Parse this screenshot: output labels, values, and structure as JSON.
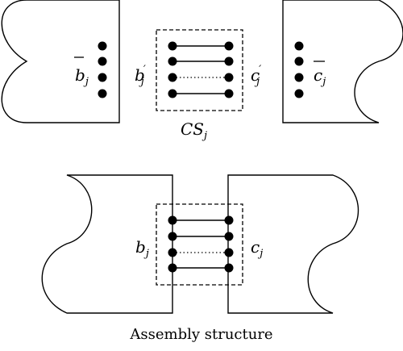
{
  "diagram": {
    "top_row": {
      "left_block": {
        "label_main": "b",
        "label_sub": "j",
        "has_overline": true
      },
      "connector": {
        "left_label_main": "b",
        "left_label_sub": "j",
        "left_prime": "′",
        "right_label_main": "c",
        "right_label_sub": "j",
        "right_prime": "′",
        "caption_main": "CS",
        "caption_sub": "j"
      },
      "right_block": {
        "label_main": "c",
        "label_sub": "j",
        "has_overline": true
      }
    },
    "bottom_row": {
      "left_label_main": "b",
      "left_label_sub": "j",
      "right_label_main": "c",
      "right_label_sub": "j",
      "caption": "Assembly structure"
    }
  }
}
